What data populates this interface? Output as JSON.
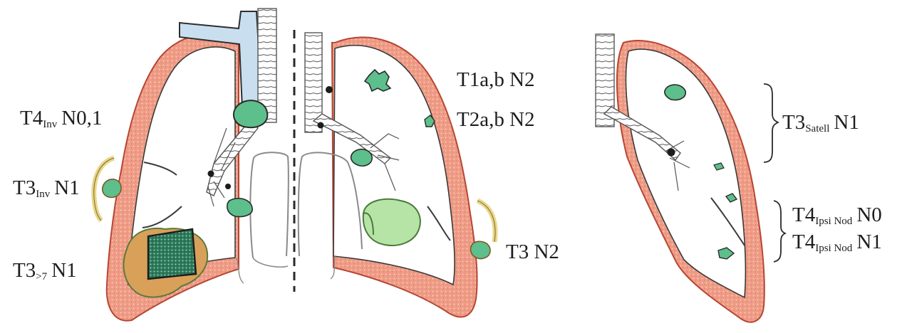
{
  "labels": {
    "t4inv": {
      "main": "T4",
      "sub": "Inv",
      "rest": "N0,1"
    },
    "t3inv": {
      "main": "T3",
      "sub": "Inv",
      "rest": "N1"
    },
    "t3gt7": {
      "main": "T3",
      "sub": ">7",
      "rest": "N1"
    },
    "t1ab": {
      "main": "T1a,b N2"
    },
    "t2ab": {
      "main": "T2a,b N2"
    },
    "t3n2": {
      "main": "T3 N2"
    },
    "t3satell": {
      "main": "T3",
      "sub": "Satell",
      "rest": "N1"
    },
    "t4ipsi0": {
      "main": "T4",
      "sub": "Ipsi Nod",
      "rest": "N0"
    },
    "t4ipsi1": {
      "main": "T4",
      "sub": "Ipsi Nod",
      "rest": "N1"
    }
  },
  "colors": {
    "pleura": "#e6907a",
    "pleura_dark": "#c94f3a",
    "trachea_blue": "#c9dff0",
    "tumor_green": "#5dbf8b",
    "tumor_light": "#b6e3a6",
    "node_black": "#1c1c1c",
    "outline": "#3a3a3a",
    "nerve_yellow": "#ead78a",
    "invasion_orange": "#d9a05a"
  }
}
